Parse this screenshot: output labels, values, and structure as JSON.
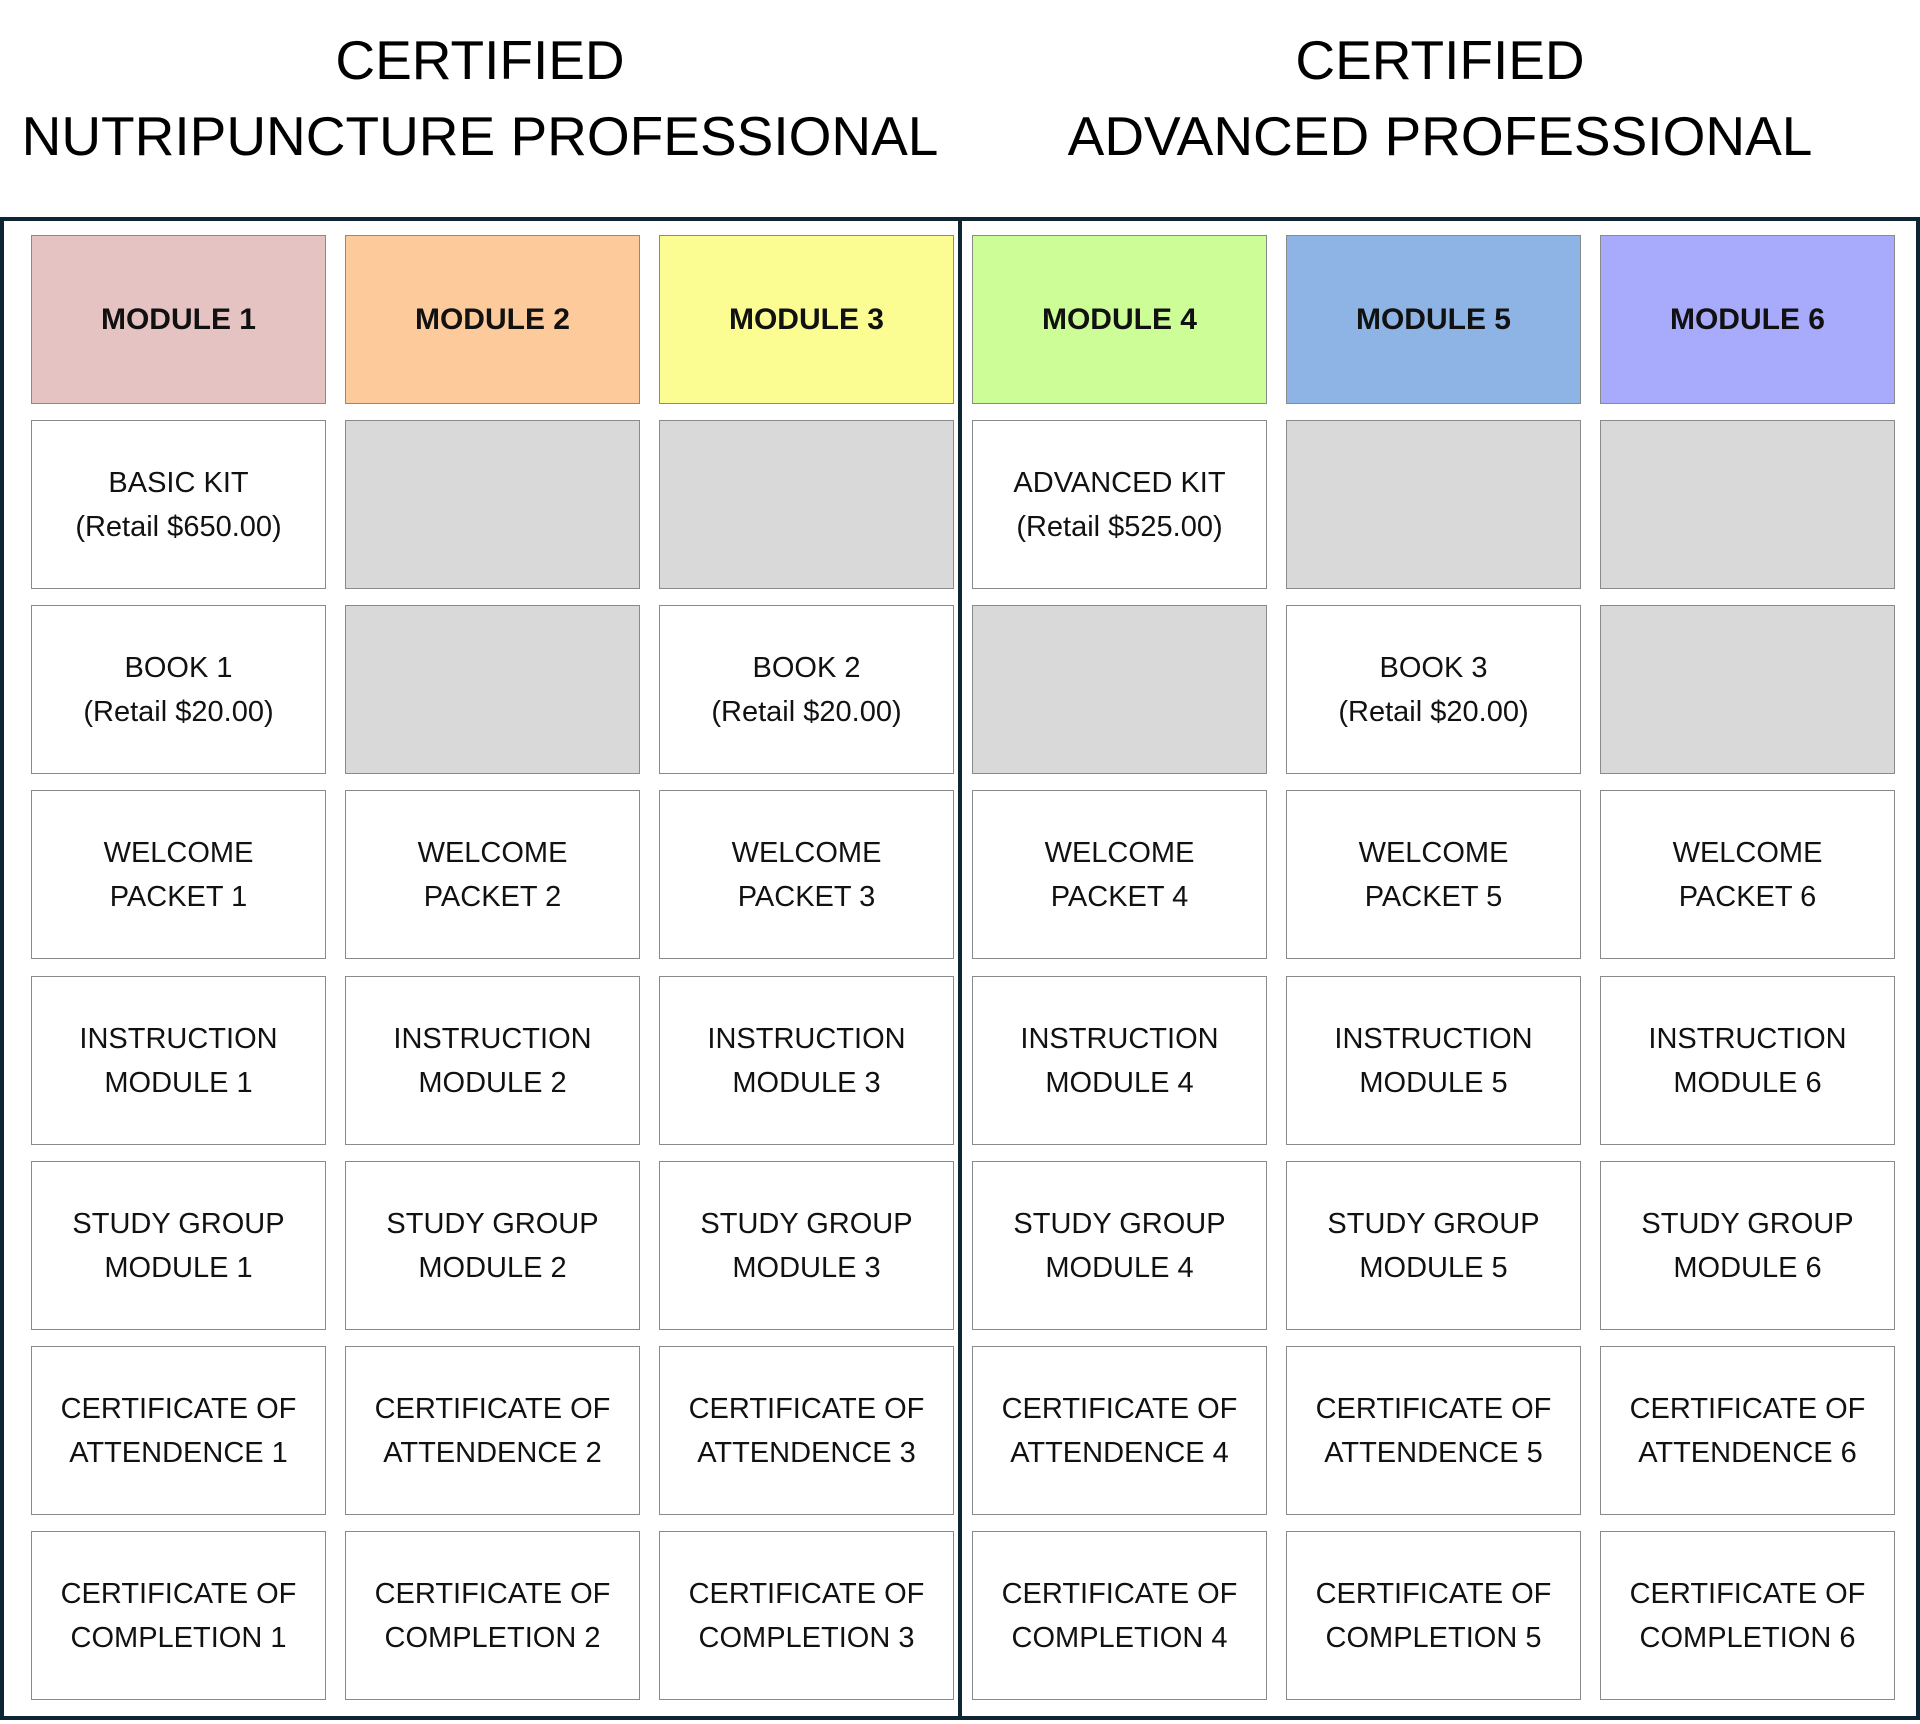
{
  "headings": {
    "left": {
      "line1": "CERTIFIED",
      "line2": "NUTRIPUNCTURE PROFESSIONAL"
    },
    "right": {
      "line1": "CERTIFIED",
      "line2": "ADVANCED PROFESSIONAL"
    }
  },
  "colors": {
    "module_1": "#e6c3c3",
    "module_2": "#fcca9b",
    "module_3": "#fbfd92",
    "module_4": "#ccfd97",
    "module_5": "#8db4e4",
    "module_6": "#a8aafb",
    "empty_cell": "#d9d9d9",
    "panel_border": "#0e2633"
  },
  "grid": [
    [
      "MODULE 1",
      "MODULE 2",
      "MODULE 3",
      "MODULE 4",
      "MODULE 5",
      "MODULE 6"
    ],
    [
      "BASIC KIT\n(Retail $650.00)",
      "",
      "",
      "ADVANCED KIT\n(Retail $525.00)",
      "",
      ""
    ],
    [
      "BOOK 1\n(Retail $20.00)",
      "",
      "BOOK 2\n(Retail $20.00)",
      "",
      "BOOK 3\n(Retail $20.00)",
      ""
    ],
    [
      "WELCOME\nPACKET 1",
      "WELCOME\nPACKET 2",
      "WELCOME\nPACKET 3",
      "WELCOME\nPACKET 4",
      "WELCOME\nPACKET 5",
      "WELCOME\nPACKET 6"
    ],
    [
      "INSTRUCTION\nMODULE 1",
      "INSTRUCTION\nMODULE 2",
      "INSTRUCTION\nMODULE 3",
      "INSTRUCTION\nMODULE 4",
      "INSTRUCTION\nMODULE 5",
      "INSTRUCTION\nMODULE 6"
    ],
    [
      "STUDY GROUP\nMODULE 1",
      "STUDY GROUP\nMODULE 2",
      "STUDY GROUP\nMODULE 3",
      "STUDY GROUP\nMODULE 4",
      "STUDY GROUP\nMODULE 5",
      "STUDY GROUP\nMODULE 6"
    ],
    [
      "CERTIFICATE OF\nATTENDENCE 1",
      "CERTIFICATE OF\nATTENDENCE 2",
      "CERTIFICATE OF\nATTENDENCE 3",
      "CERTIFICATE OF\nATTENDENCE 4",
      "CERTIFICATE OF\nATTENDENCE 5",
      "CERTIFICATE OF\nATTENDENCE 6"
    ],
    [
      "CERTIFICATE OF\nCOMPLETION 1",
      "CERTIFICATE OF\nCOMPLETION 2",
      "CERTIFICATE OF\nCOMPLETION 3",
      "CERTIFICATE OF\nCOMPLETION 4",
      "CERTIFICATE OF\nCOMPLETION 5",
      "CERTIFICATE OF\nCOMPLETION 6"
    ]
  ]
}
